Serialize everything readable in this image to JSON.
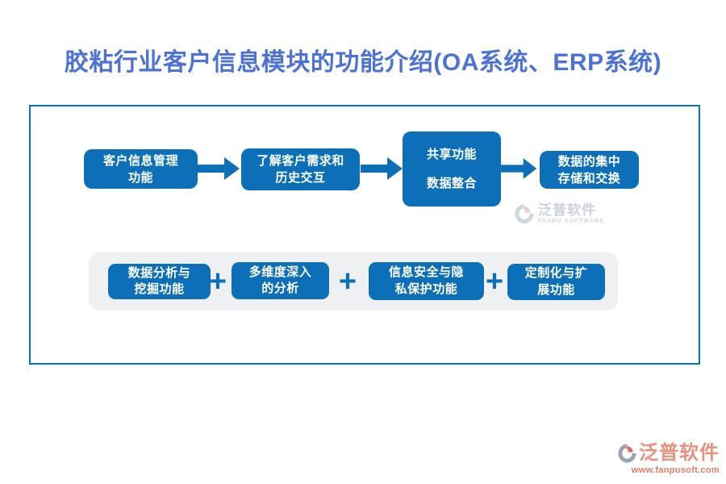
{
  "title": "胶粘行业客户信息模块的功能介绍(OA系统、ERP系统)",
  "colors": {
    "title_blue": "#4C72D4",
    "box_blue": "#0C6FB8",
    "frame_border_blue": "#0E72B8",
    "panel_gray": "#EFF0F2",
    "box_text": "#FFFFFF",
    "watermark_gray": "#C7CDD9",
    "footer_brand_red": "#E6927D",
    "footer_url_red": "#DF7E68"
  },
  "flow": {
    "boxes": [
      {
        "line1": "客户信息管理",
        "line2": "功能"
      },
      {
        "line1": "了解客户需求和",
        "line2": "历史交互"
      },
      {
        "line1": "共享功能",
        "line2": "数据整合"
      },
      {
        "line1": "数据的集中",
        "line2": "存储和交换"
      }
    ]
  },
  "features": {
    "separator": "+",
    "boxes": [
      {
        "line1": "数据分析与",
        "line2": "挖掘功能"
      },
      {
        "line1": "多维度深入",
        "line2": "的分析"
      },
      {
        "line1": "信息安全与隐",
        "line2": "私保护功能"
      },
      {
        "line1": "定制化与扩",
        "line2": "展功能"
      }
    ]
  },
  "watermark": {
    "brand": "泛普软件",
    "subtitle": "FANPU SOFTWARE"
  },
  "footer": {
    "brand": "泛普软件",
    "url": "www.fanpusoft.com"
  }
}
